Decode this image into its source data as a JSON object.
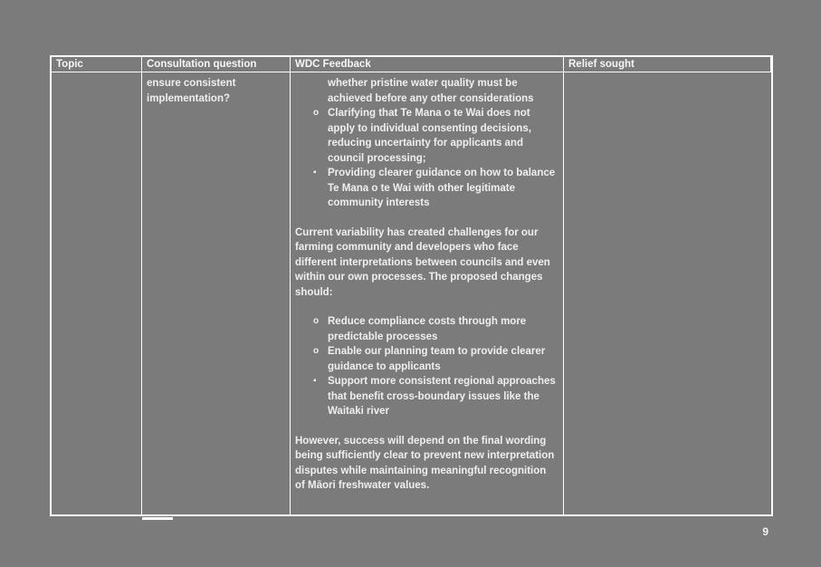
{
  "page": {
    "number": "9"
  },
  "colors": {
    "background": "#7b7b7b",
    "text": "#efefef",
    "border": "#ffffff"
  },
  "table": {
    "headers": [
      "Topic",
      "Consultation question",
      "WDC Feedback",
      "Relief sought"
    ],
    "row": {
      "topic": "",
      "consultation_question": "ensure consistent implementation?",
      "relief_sought": "",
      "feedback": {
        "bullets1": [
          {
            "marker": "",
            "text": "whether pristine water quality must be achieved before any other considerations"
          },
          {
            "marker": "o",
            "text": "Clarifying that Te Mana o te Wai does not apply to individual consenting decisions, reducing uncertainty for applicants and council processing;"
          },
          {
            "marker": "▪",
            "text": "Providing clearer guidance on how to balance Te Mana o te Wai with other legitimate community interests"
          }
        ],
        "para1": "Current variability has created challenges for our farming community and developers who face different interpretations between councils and even within our own processes. The proposed changes should:",
        "bullets2": [
          {
            "marker": "o",
            "text": "Reduce compliance costs through more predictable processes"
          },
          {
            "marker": "o",
            "text": "Enable our planning team to provide clearer guidance to applicants"
          },
          {
            "marker": "▪",
            "text": "Support more consistent regional approaches that benefit cross-boundary issues like the Waitaki river"
          }
        ],
        "para2": "However, success will depend on the final wording being sufficiently clear to prevent new interpretation disputes while maintaining meaningful recognition of Māori freshwater values."
      }
    }
  }
}
